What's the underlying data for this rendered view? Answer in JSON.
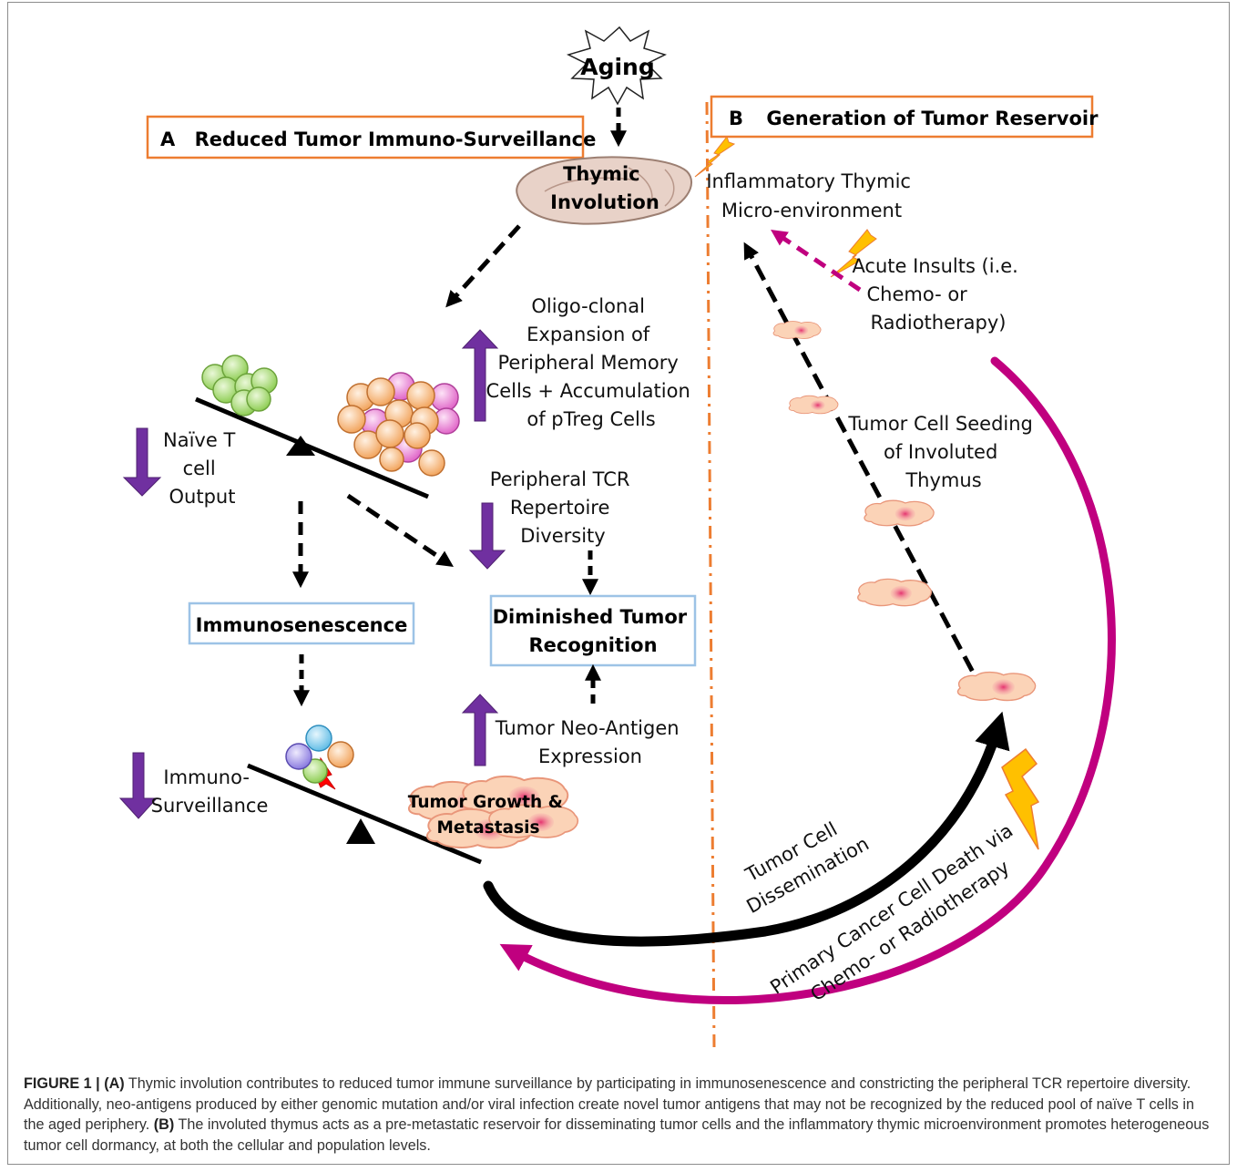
{
  "figure": {
    "aging": "Aging",
    "panel_a": {
      "letter": "A",
      "title": "Reduced Tumor Immuno-Surveillance"
    },
    "panel_b": {
      "letter": "B",
      "title": "Generation of Tumor Reservoir"
    },
    "thymic_involution": [
      "Thymic",
      "Involution"
    ],
    "oligo_clonal": [
      "Oligo-clonal",
      "Expansion of",
      "Peripheral Memory",
      "Cells + Accumulation",
      "of pTreg Cells"
    ],
    "naive_t": [
      "Naïve T",
      "cell",
      "Output"
    ],
    "peripheral_tcr": [
      "Peripheral TCR",
      "Repertoire",
      "Diversity"
    ],
    "immunosenescence": "Immunosenescence",
    "diminished": [
      "Diminished Tumor",
      "Recognition"
    ],
    "neo_antigen": [
      "Tumor Neo-Antigen",
      "Expression"
    ],
    "immuno_surveillance": [
      "Immuno-",
      "Surveillance"
    ],
    "tumor_growth": [
      "Tumor Growth &",
      "Metastasis"
    ],
    "inflammatory": [
      "Inflammatory Thymic",
      "Micro-environment"
    ],
    "acute": [
      "Acute Insults (i.e.",
      "Chemo- or",
      "Radiotherapy)"
    ],
    "seeding": [
      "Tumor Cell Seeding",
      "of Involuted",
      "Thymus"
    ],
    "dissemination": [
      "Tumor Cell",
      "Dissemination"
    ],
    "cell_death": [
      "Primary Cancer Cell Death via",
      "Chemo- or Radiotherapy"
    ],
    "colors": {
      "orange_box": "#ed7d31",
      "blue_box": "#9dc3e6",
      "purple_arrow": "#7030a0",
      "magenta": "#c0007f",
      "cell_fill": "#fbd3b7"
    }
  },
  "caption": {
    "label": "FIGURE 1 |",
    "a_tag": "(A)",
    "a_text": " Thymic involution contributes to reduced tumor immune surveillance by participating in immunosenescence and constricting the peripheral TCR repertoire diversity. Additionally, neo-antigens produced by either genomic mutation and/or viral infection create novel tumor antigens that may not be recognized by the reduced pool of naïve T cells in the aged periphery. ",
    "b_tag": "(B)",
    "b_text": " The involuted thymus acts as a pre-metastatic reservoir for disseminating tumor cells and the inflammatory thymic microenvironment promotes heterogeneous tumor cell dormancy, at both the cellular and population levels."
  }
}
